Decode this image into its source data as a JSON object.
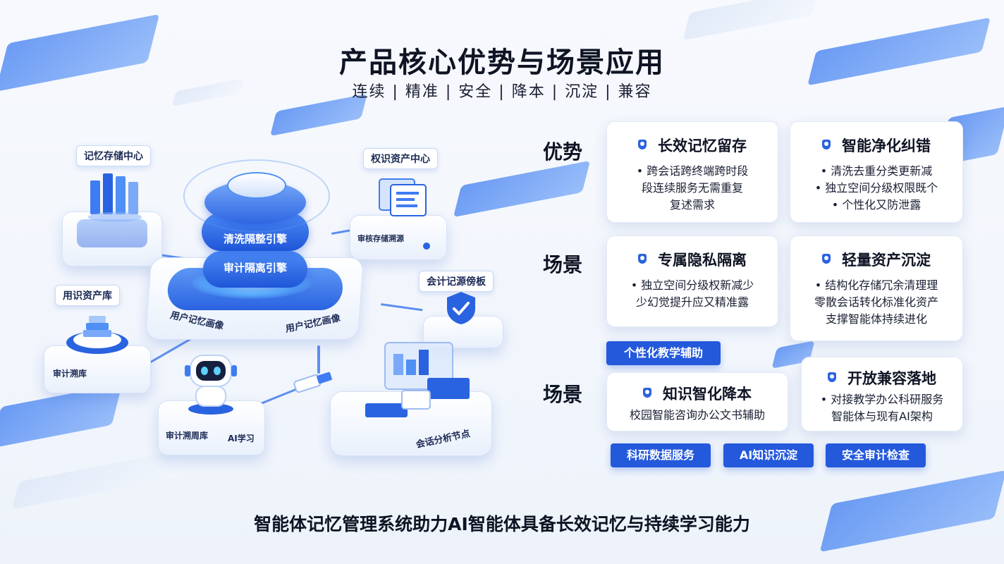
{
  "title": "产品核心优势与场景应用",
  "subtitle": "连续 | 精准 | 安全 | 降本 | 沉淀 | 兼容",
  "footer": "智能体记忆管理系统助力AI智能体具备长效记忆与持续学习能力",
  "colors": {
    "accent": "#2459dc",
    "accent_light": "#5d97f5",
    "text": "#0f1424"
  },
  "diagram": {
    "tags": {
      "memory_center": "记忆存储中心",
      "rights_center": "权识资产中心",
      "knowledge_lib": "用识资产库",
      "audit_board": "会计记源傍板"
    },
    "core": {
      "band_top": "清洗隔整引擎",
      "band_bottom": "审计隔离引擎",
      "base_left": "用户记忆画像",
      "base_right": "用户记忆画像"
    },
    "platform_labels": {
      "rights_base": "审核存储溯源",
      "knowledge_base": "审计溯库",
      "robot_left": "审计溯周库",
      "robot_right": "AI学习",
      "session": "会话分析节点"
    }
  },
  "rows": {
    "r1": "优势",
    "r2": "场景",
    "r3": "场景"
  },
  "cards": {
    "c1": {
      "title": "长效记忆留存",
      "lines": [
        "• 跨会话跨终端跨时段",
        "段连续服务无需重复",
        "复述需求"
      ]
    },
    "c2": {
      "title": "智能净化纠错",
      "lines": [
        "• 清洗去重分类更新减",
        "• 独立空间分级权限既个",
        "• 个性化又防泄露"
      ]
    },
    "c3": {
      "title": "专属隐私隔离",
      "lines": [
        "• 独立空间分级权新减少",
        "少幻觉提升应又精准露"
      ]
    },
    "c4": {
      "title": "轻量资产沉淀",
      "lines": [
        "• 结构化存储冗余清理理",
        "零散会话转化标准化资产",
        "支撑智能体持续进化"
      ]
    },
    "c5": {
      "title": "知识智化降本",
      "lines": [
        "校园智能咨询办公文书辅助"
      ]
    },
    "c6": {
      "title": "开放兼容落地",
      "lines": [
        "• 对接教学办公科研服务",
        "智能体与现有AI架构"
      ]
    }
  },
  "chips": {
    "teaching": "个性化教学辅助",
    "research": "科研数据服务",
    "knowledge": "AI知识沉淀",
    "audit": "安全审计检查"
  },
  "icons": {
    "card": "shield-icon",
    "robot": "robot-icon",
    "check": "checkmark-icon",
    "servers": "server-icon",
    "documents": "document-icon",
    "layers": "layers-icon",
    "usb": "connector-icon",
    "monitor": "monitor-icon"
  }
}
